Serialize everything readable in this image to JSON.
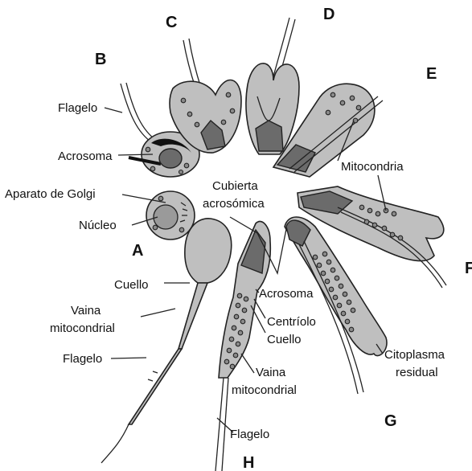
{
  "diagram": {
    "stages": [
      "A",
      "B",
      "C",
      "D",
      "E",
      "F",
      "G",
      "H"
    ],
    "labels": {
      "flagelo_b": "Flagelo",
      "acrosoma_b": "Acrosoma",
      "golgi": "Aparato de Golgi",
      "nucleo": "Núcleo",
      "cubierta": "Cubierta",
      "acrosomica": "acrosómica",
      "mitocondria": "Mitocondria",
      "cuello_a": "Cuello",
      "vaina_a_1": "Vaina",
      "vaina_a_2": "mitocondrial",
      "flagelo_a": "Flagelo",
      "acrosoma_h": "Acrosoma",
      "centriolo": "Centríolo",
      "cuello_h": "Cuello",
      "vaina_h_1": "Vaina",
      "vaina_h_2": "mitocondrial",
      "flagelo_h": "Flagelo",
      "citoplasma_1": "Citoplasma",
      "citoplasma_2": "residual"
    }
  }
}
